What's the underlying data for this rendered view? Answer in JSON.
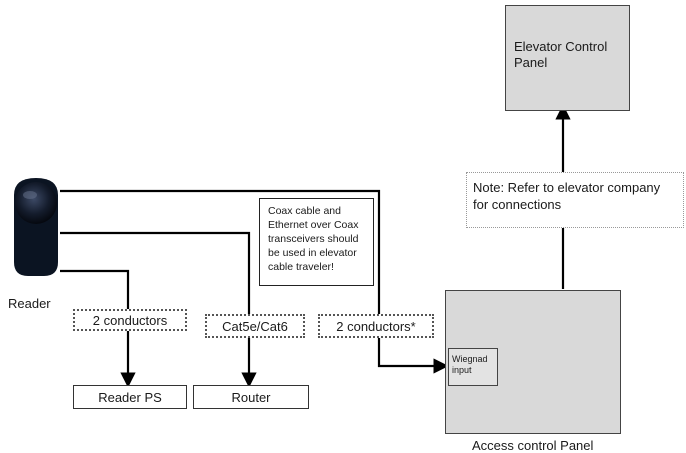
{
  "reader": {
    "label": "Reader"
  },
  "elevator_panel": {
    "title": "Elevator Control Panel"
  },
  "note": {
    "text": "Note: Refer to elevator company for connections"
  },
  "callout": {
    "text": "Coax cable and Ethernet over Coax transceivers should be used in elevator cable traveler!"
  },
  "cables": {
    "reader_ps": "2 conductors",
    "router": "Cat5e/Cat6",
    "panel": "2 conductors*"
  },
  "destinations": {
    "reader_ps": "Reader PS",
    "router": "Router"
  },
  "access_panel": {
    "label": "Access control Panel",
    "input_label": "Wiegnad input"
  },
  "colors": {
    "panel_fill": "#d9d9d9",
    "wire": "#000000",
    "reader_body": "#0b1422"
  }
}
